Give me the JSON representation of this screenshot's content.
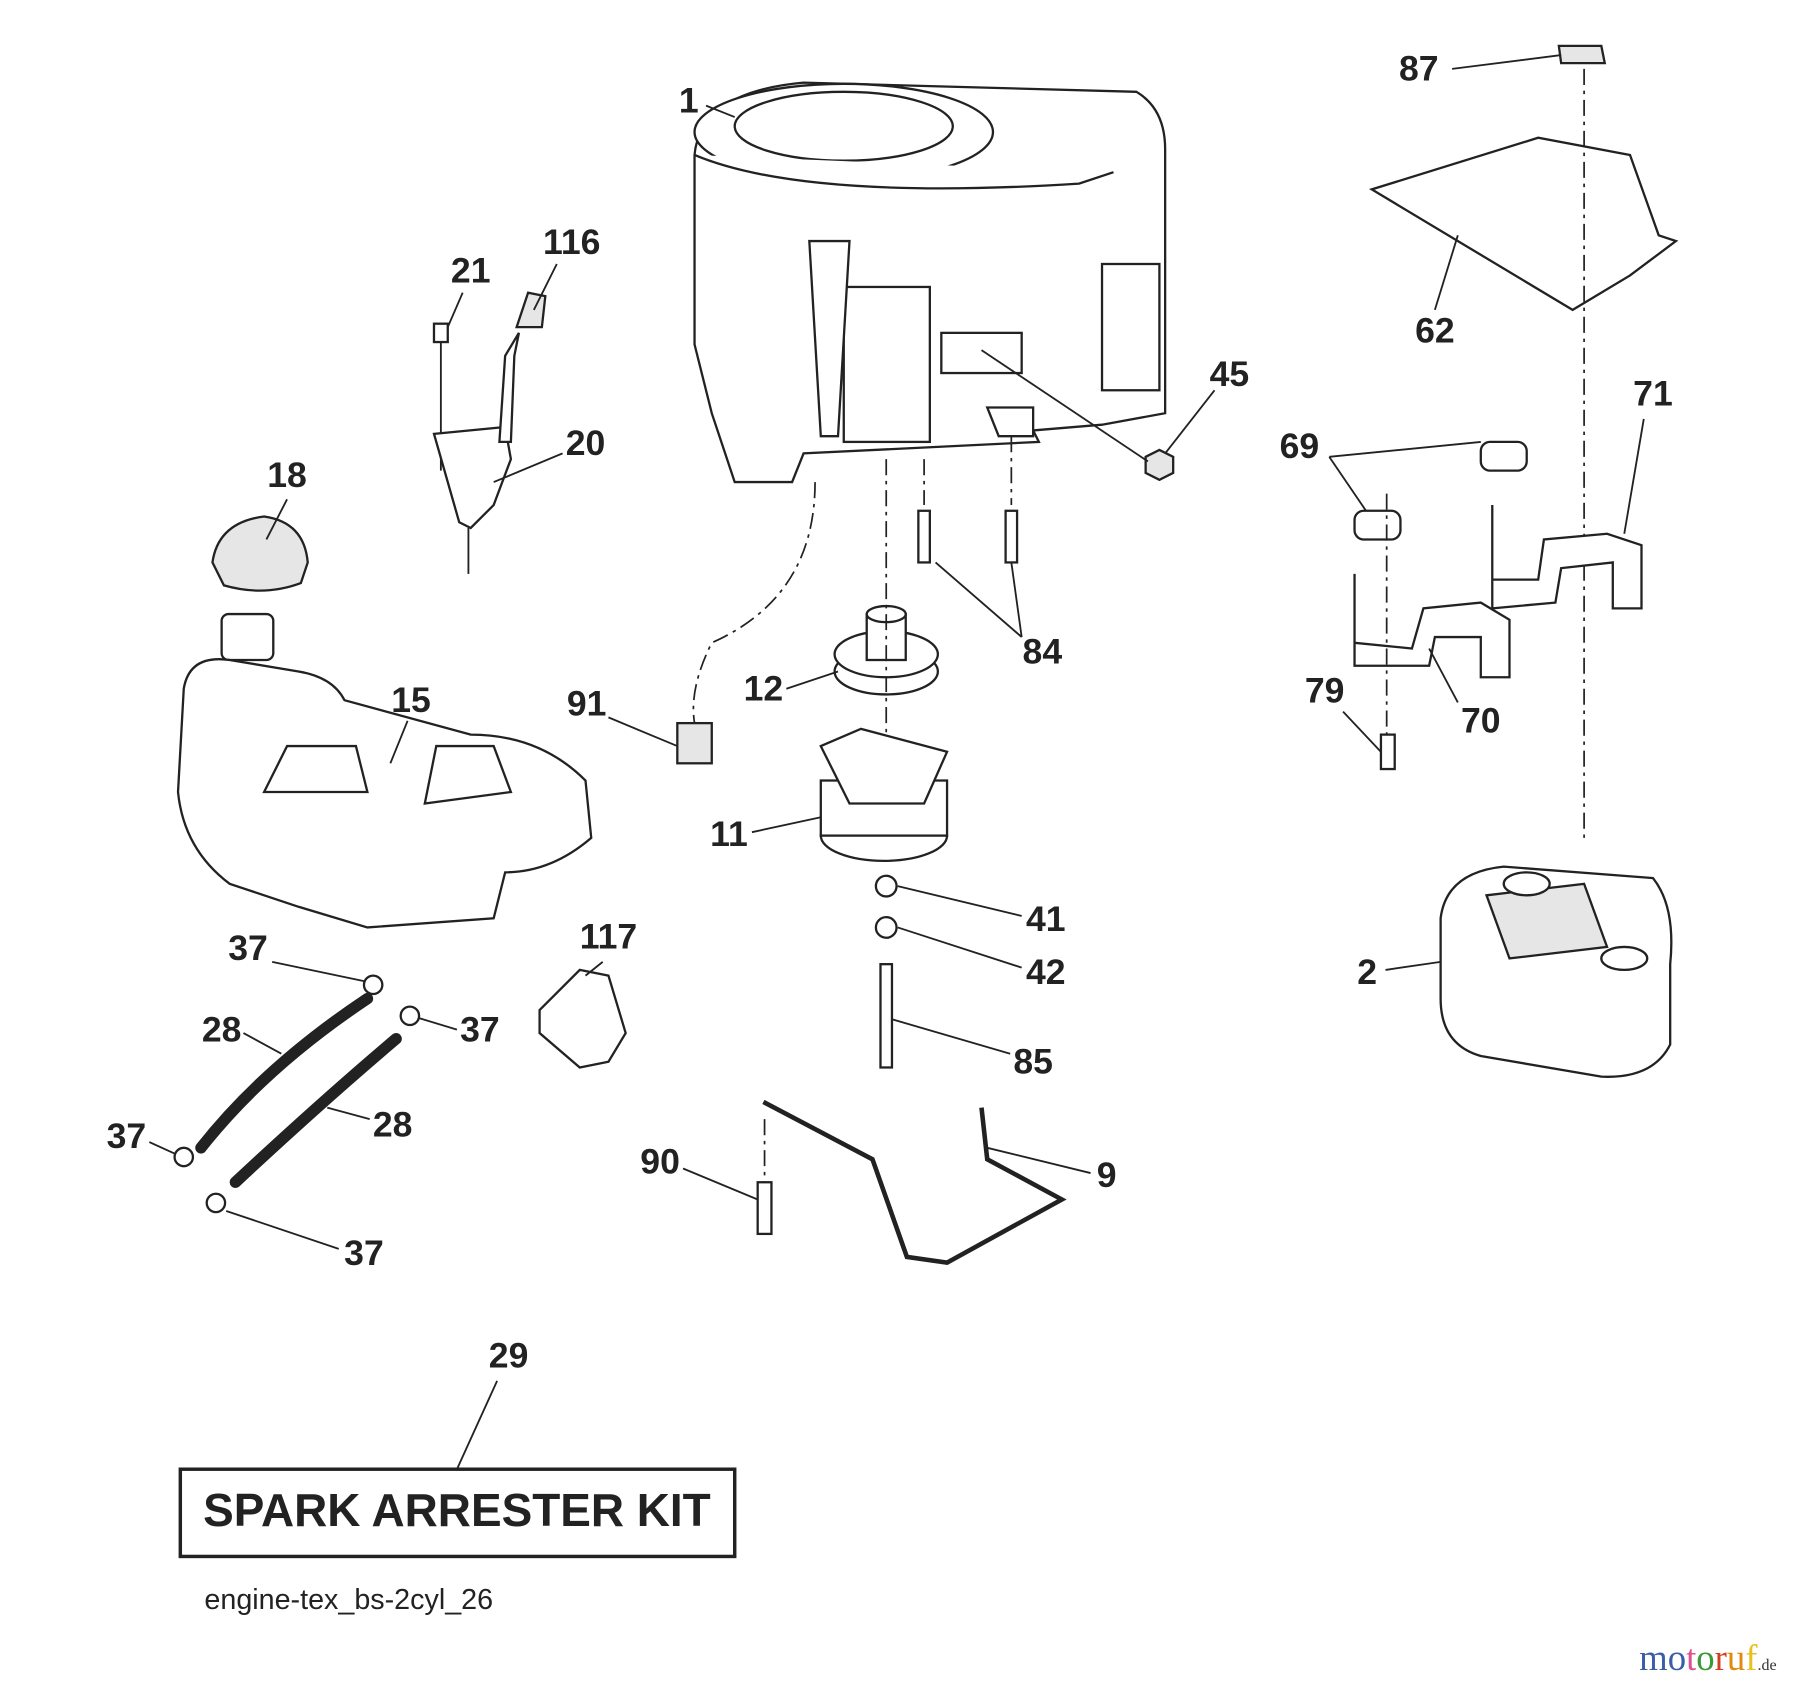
{
  "diagram": {
    "callouts": [
      {
        "id": "c1",
        "text": "1"
      },
      {
        "id": "c116",
        "text": "116"
      },
      {
        "id": "c21",
        "text": "21"
      },
      {
        "id": "c20",
        "text": "20"
      },
      {
        "id": "c18",
        "text": "18"
      },
      {
        "id": "c15",
        "text": "15"
      },
      {
        "id": "c91",
        "text": "91"
      },
      {
        "id": "c12",
        "text": "12"
      },
      {
        "id": "c11",
        "text": "11"
      },
      {
        "id": "c84",
        "text": "84"
      },
      {
        "id": "c45",
        "text": "45"
      },
      {
        "id": "c87",
        "text": "87"
      },
      {
        "id": "c62",
        "text": "62"
      },
      {
        "id": "c69",
        "text": "69"
      },
      {
        "id": "c71",
        "text": "71"
      },
      {
        "id": "c79",
        "text": "79"
      },
      {
        "id": "c70",
        "text": "70"
      },
      {
        "id": "c41",
        "text": "41"
      },
      {
        "id": "c42",
        "text": "42"
      },
      {
        "id": "c85",
        "text": "85"
      },
      {
        "id": "c9",
        "text": "9"
      },
      {
        "id": "c90",
        "text": "90"
      },
      {
        "id": "c117",
        "text": "117"
      },
      {
        "id": "c37a",
        "text": "37"
      },
      {
        "id": "c37b",
        "text": "37"
      },
      {
        "id": "c28a",
        "text": "28"
      },
      {
        "id": "c28b",
        "text": "28"
      },
      {
        "id": "c37c",
        "text": "37"
      },
      {
        "id": "c37d",
        "text": "37"
      },
      {
        "id": "c2",
        "text": "2"
      },
      {
        "id": "c29",
        "text": "29"
      }
    ],
    "kit_label": "SPARK ARRESTER KIT",
    "caption": "engine-tex_bs-2cyl_26",
    "watermark": {
      "text": "motoruf",
      "suffix": ".de",
      "colors": [
        "#3b5ea8",
        "#3b5ea8",
        "#e0508a",
        "#3a9a3a",
        "#d04020",
        "#e08a10",
        "#e8c020"
      ]
    }
  }
}
